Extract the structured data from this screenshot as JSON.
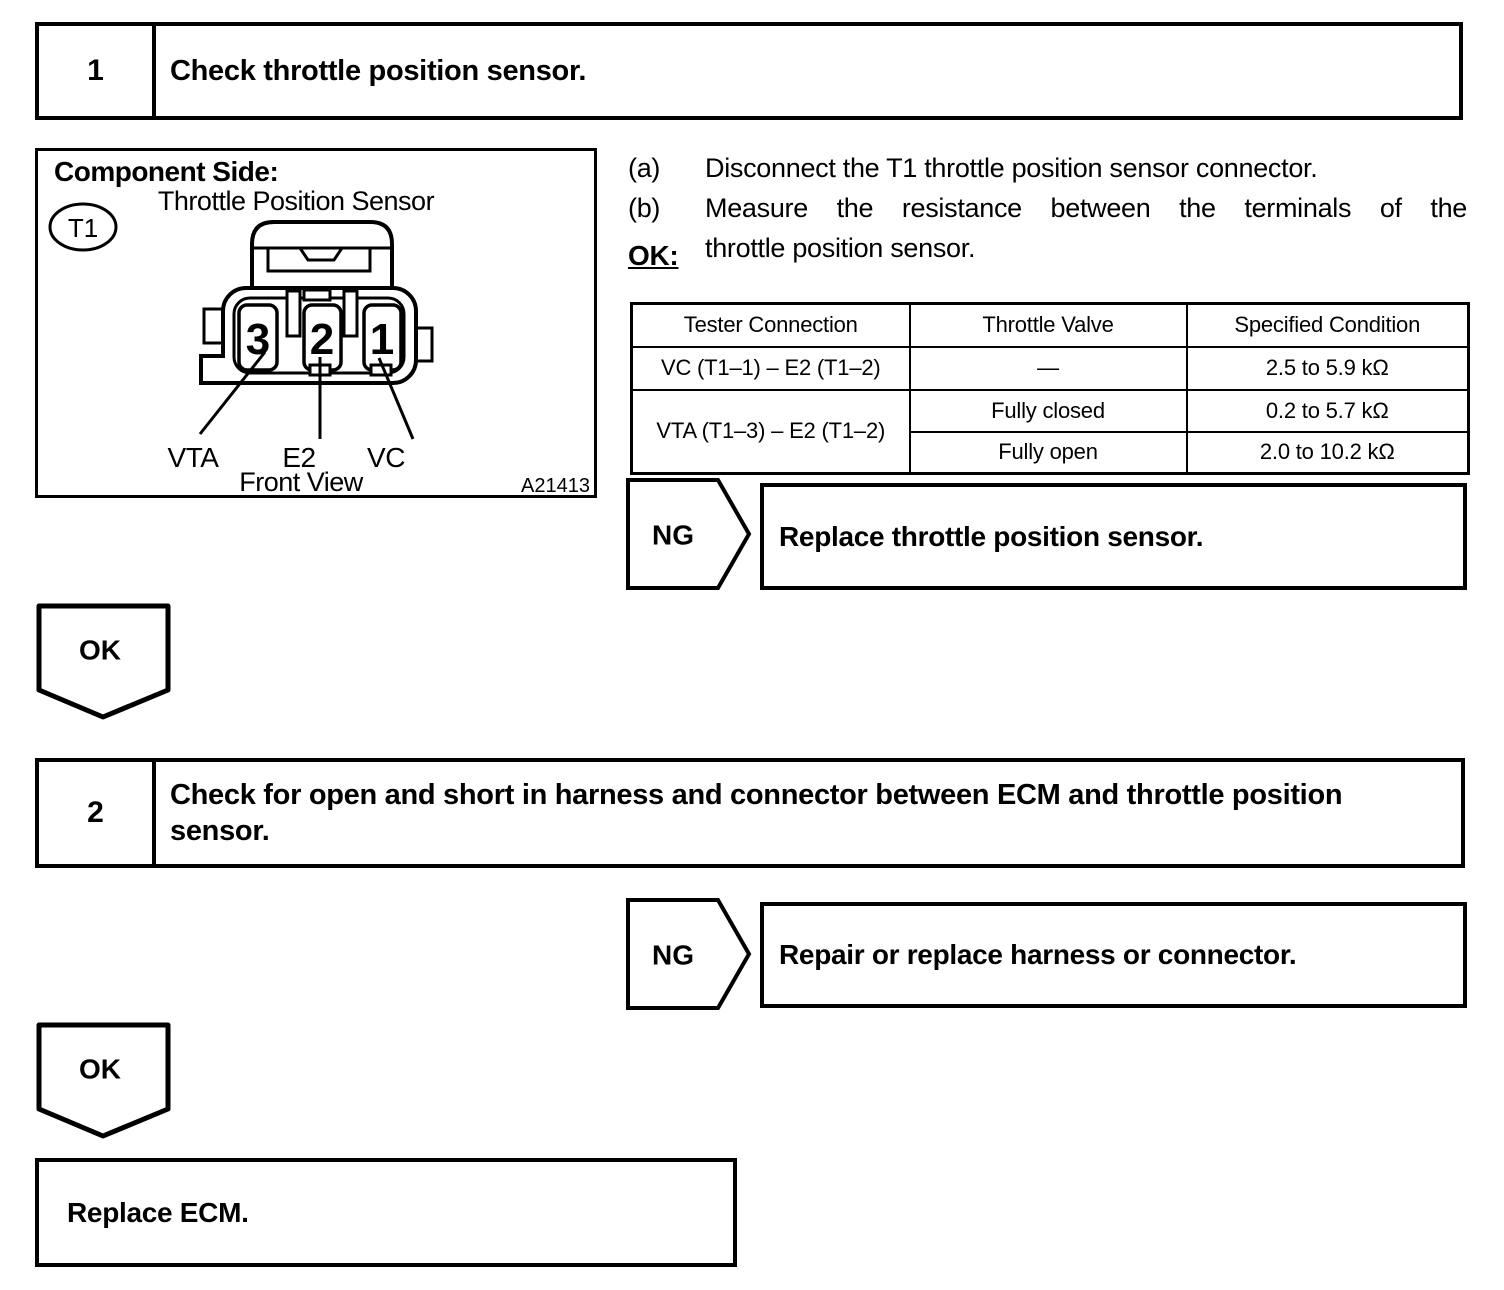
{
  "page": {
    "background": "#ffffff",
    "ink": "#000000"
  },
  "steps": [
    {
      "number": "1",
      "title": "Check throttle position sensor."
    },
    {
      "number": "2",
      "title": "Check for open and short in harness and connector between ECM and throttle position sensor."
    }
  ],
  "component": {
    "heading": "Component Side:",
    "sensor_label": "Throttle Position Sensor",
    "connector_id": "T1",
    "terminal_numbers": [
      "3",
      "2",
      "1"
    ],
    "terminal_labels": [
      "VTA",
      "E2",
      "VC"
    ],
    "view_label": "Front View",
    "figure_code": "A21413"
  },
  "instructions": {
    "items": [
      {
        "marker": "(a)",
        "line1": "Disconnect the T1 throttle position sensor connector.",
        "line2": ""
      },
      {
        "marker": "(b)",
        "line1": "Measure the resistance between the terminals of the",
        "line2": "throttle position sensor."
      }
    ],
    "ok_heading": "OK:"
  },
  "spec_table": {
    "headers": [
      "Tester Connection",
      "Throttle Valve",
      "Specified Condition"
    ],
    "rows": [
      {
        "tester_connection": "VC (T1–1) – E2 (T1–2)",
        "throttle_valve": "—",
        "specified_condition": "2.5 to 5.9 kΩ"
      },
      {
        "tester_connection": "VTA (T1–3) – E2 (T1–2)",
        "throttle_valve": "Fully closed",
        "specified_condition": "0.2 to 5.7 kΩ"
      },
      {
        "throttle_valve": "Fully open",
        "specified_condition": "2.0 to 10.2 kΩ"
      }
    ]
  },
  "flow": {
    "ng_label": "NG",
    "ok_label": "OK",
    "result_1": "Replace throttle position sensor.",
    "result_2": "Repair or replace harness or connector.",
    "final_result": "Replace ECM."
  }
}
